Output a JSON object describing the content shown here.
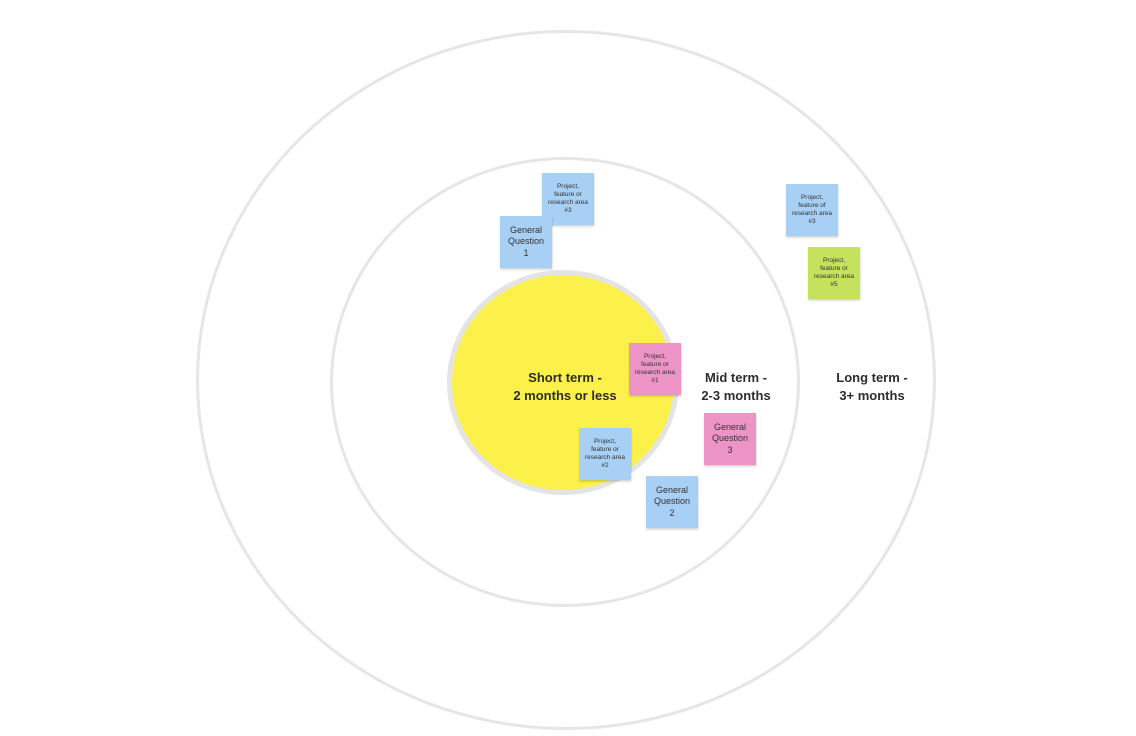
{
  "zones": {
    "short": {
      "line1": "Short term -",
      "line2": "2 months or less",
      "fill": "#fbf14a"
    },
    "mid": {
      "line1": "Mid term -",
      "line2": "2-3 months"
    },
    "long": {
      "line1": "Long term -",
      "line2": "3+ months"
    }
  },
  "colors": {
    "blue": "#a8d0f5",
    "pink": "#ec94c6",
    "green": "#c6e15c",
    "ring": "#e6e6e6"
  },
  "notes": {
    "project_3_top": {
      "lines": [
        "Project,",
        "feature or",
        "research area",
        "#3"
      ],
      "color": "blue"
    },
    "general_1": {
      "lines": [
        "General",
        "Question",
        "1"
      ],
      "color": "blue"
    },
    "project_3_right": {
      "lines": [
        "Project,",
        "feature of",
        "research area",
        "#3"
      ],
      "color": "blue"
    },
    "project_5": {
      "lines": [
        "Project,",
        "feature or",
        "research area",
        "#5"
      ],
      "color": "green"
    },
    "project_1": {
      "lines": [
        "Project,",
        "feature or",
        "research area",
        "#1"
      ],
      "color": "pink"
    },
    "project_2": {
      "lines": [
        "Project,",
        "feature or",
        "research area",
        "#2"
      ],
      "color": "blue"
    },
    "general_3": {
      "lines": [
        "General",
        "Question",
        "3"
      ],
      "color": "pink"
    },
    "general_2": {
      "lines": [
        "General",
        "Question",
        "2"
      ],
      "color": "blue"
    }
  }
}
